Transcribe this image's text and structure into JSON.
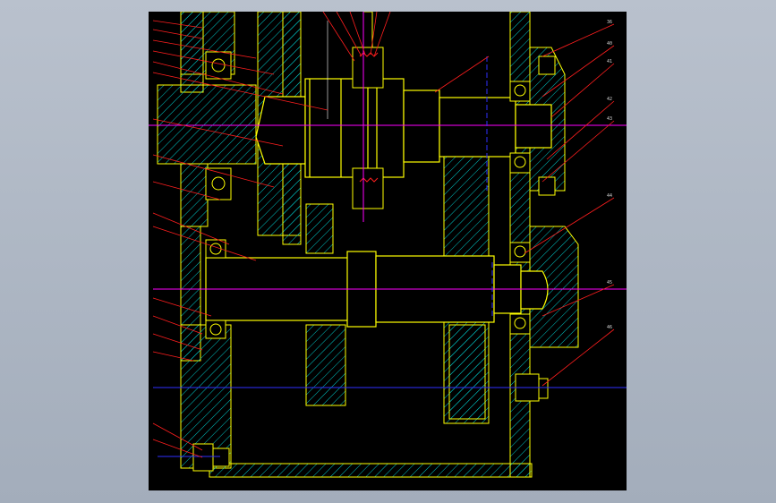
{
  "drawing": {
    "background": "#000000",
    "colors": {
      "outline": "#ffff00",
      "hatch": "#00c8c8",
      "leader": "#ff1e1e",
      "center": "#ff00ff",
      "blue": "#3030ff",
      "white": "#ffffff",
      "green": "#00ff00"
    },
    "balloons": [
      "36",
      "40",
      "41",
      "42",
      "43",
      "44",
      "45",
      "46"
    ]
  }
}
